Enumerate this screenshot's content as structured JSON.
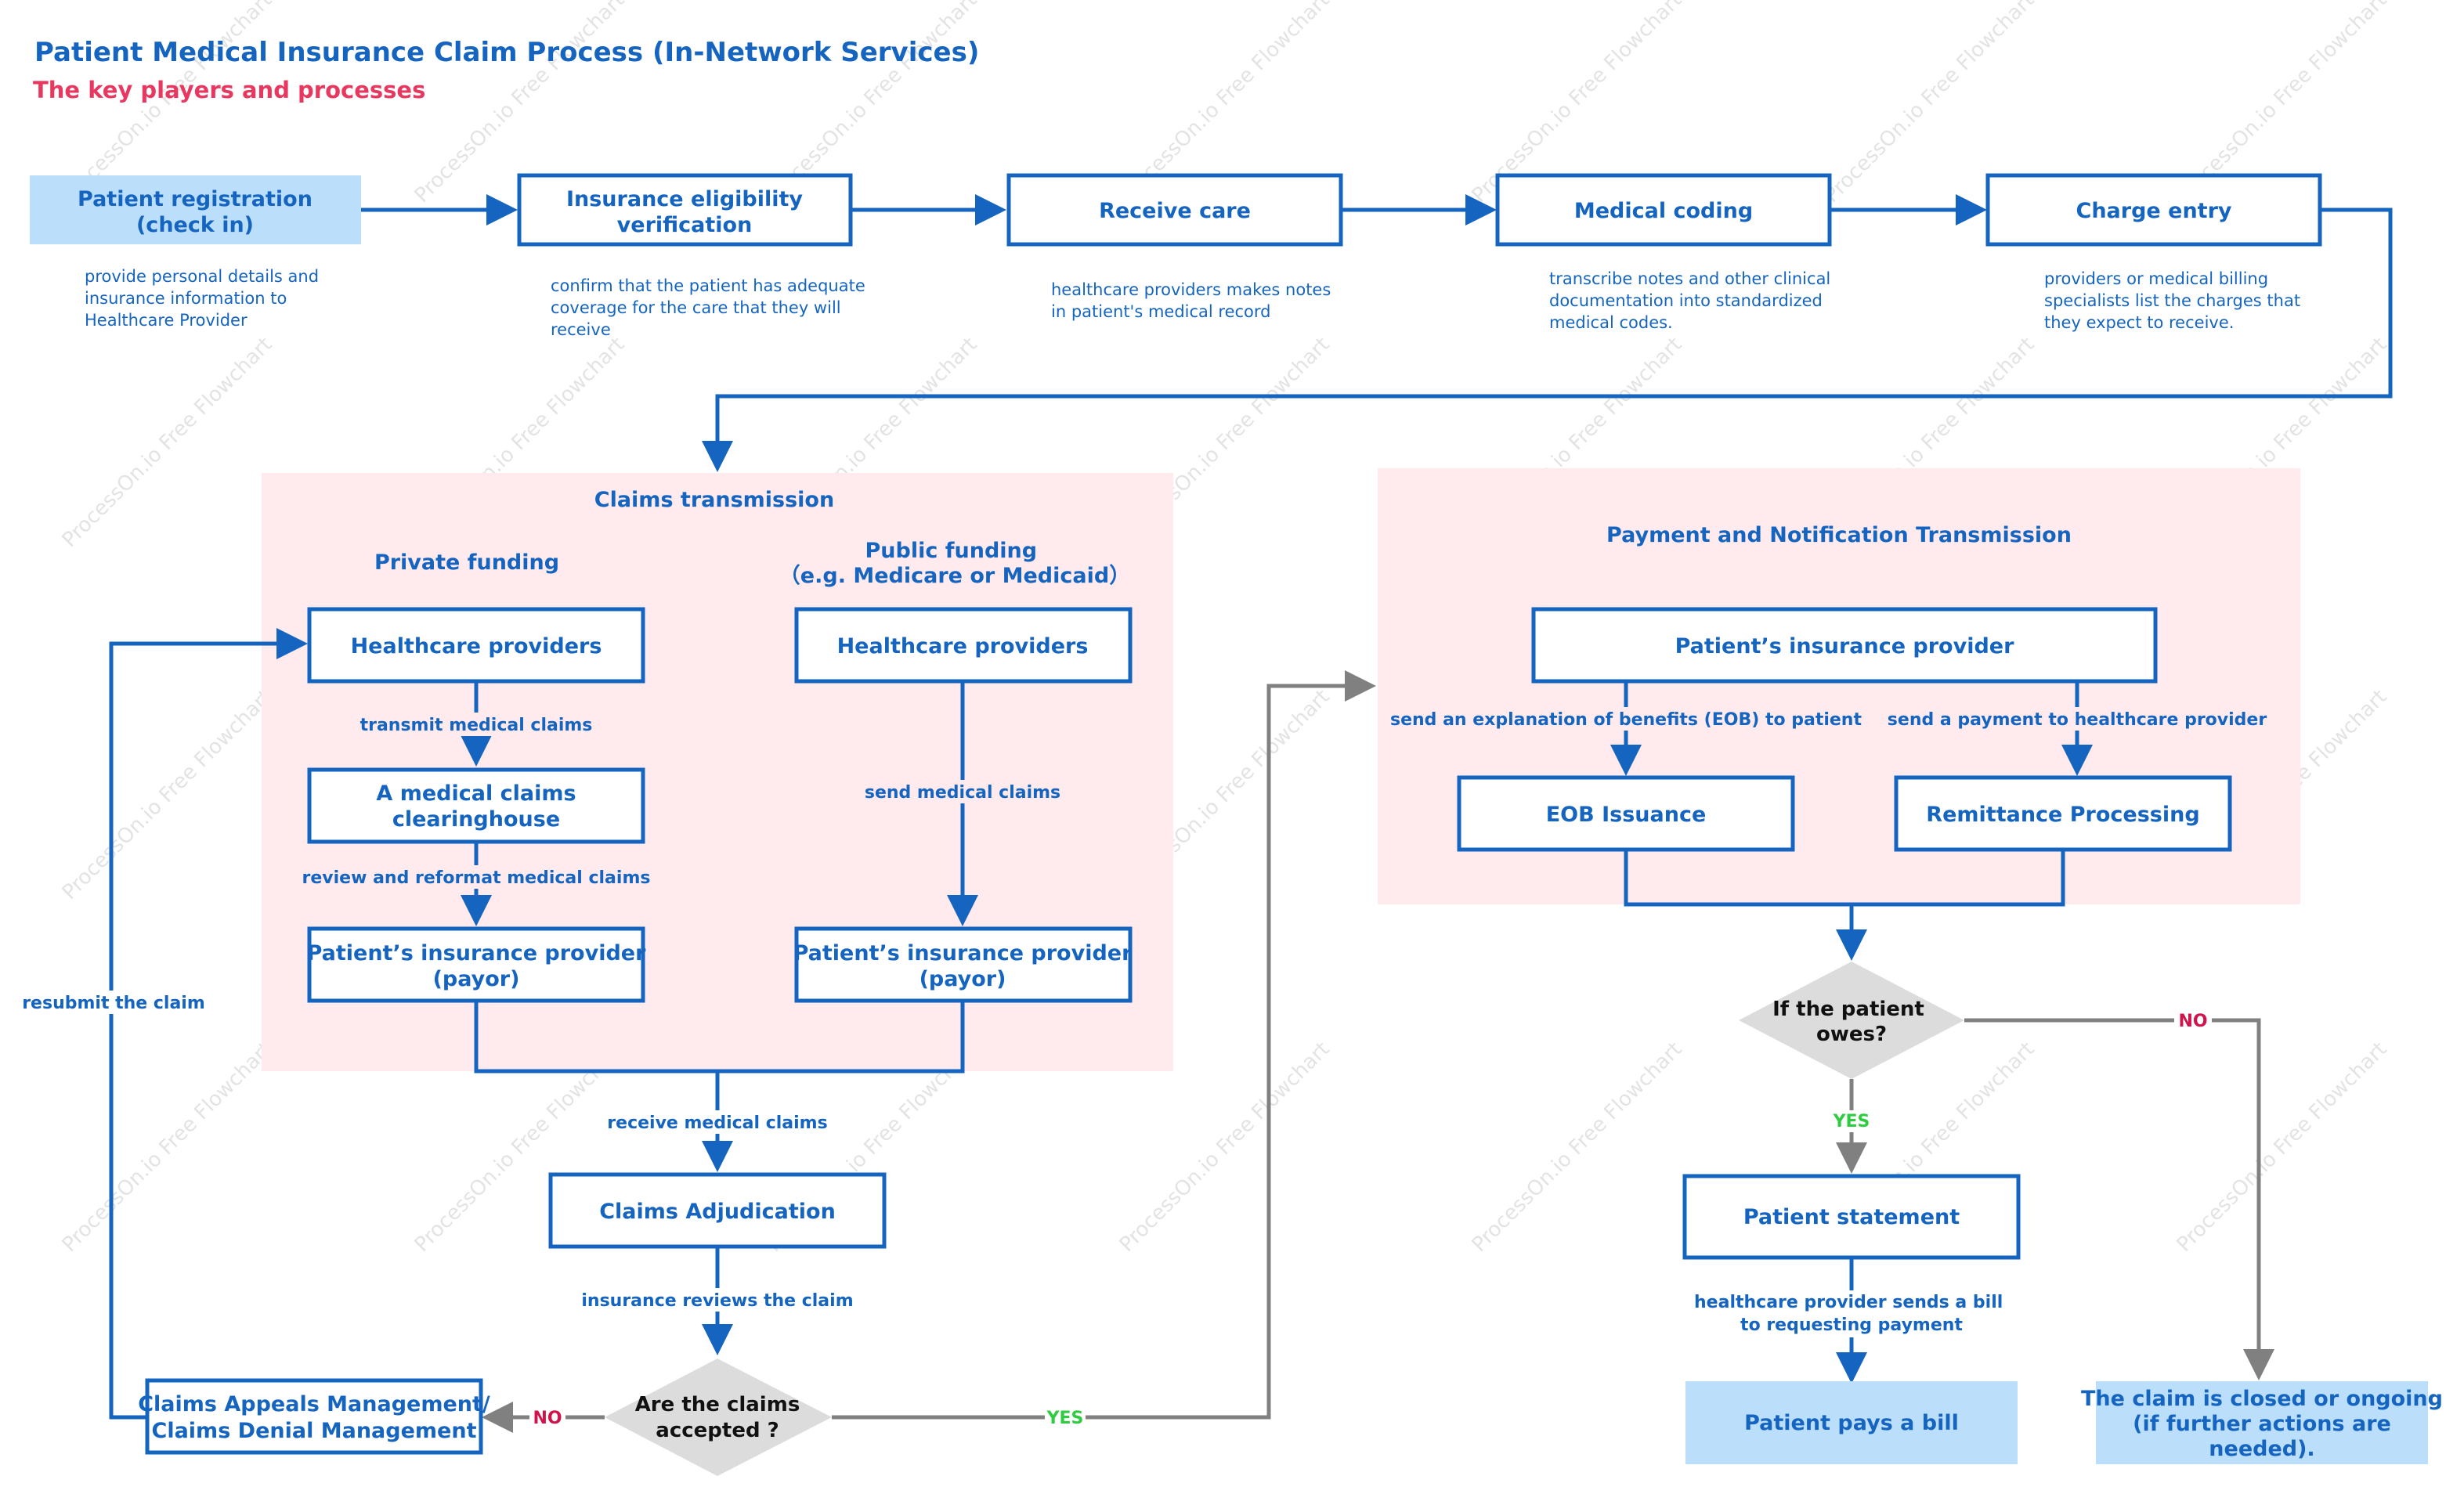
{
  "title": "Patient Medical Insurance Claim Process (In-Network Services)",
  "subtitle": "The key players and processes",
  "watermark": "ProcessOn.io Free Flowchart",
  "colors": {
    "primary": "#1565c0",
    "accent": "#e8385f",
    "region": "#ffebee",
    "filled": "#bbdefb",
    "no": "#d0134a",
    "yes": "#2ecc40",
    "gray_edge": "#808080"
  },
  "top_flow": [
    {
      "label": [
        "Patient registration",
        "(check in)"
      ],
      "desc": [
        "provide personal details and",
        "insurance information to",
        "Healthcare Provider"
      ]
    },
    {
      "label": [
        "Insurance eligibility",
        "verification"
      ],
      "desc": [
        "confirm that the patient has adequate",
        "coverage for the care that they will",
        "receive"
      ]
    },
    {
      "label": [
        "Receive care"
      ],
      "desc": [
        "healthcare providers makes notes",
        "in patient's medical record"
      ]
    },
    {
      "label": [
        "Medical coding"
      ],
      "desc": [
        "transcribe notes and other clinical",
        "documentation into standardized",
        "medical codes."
      ]
    },
    {
      "label": [
        "Charge entry"
      ],
      "desc": [
        "providers or medical billing",
        "specialists list the charges that",
        "they expect to receive."
      ]
    }
  ],
  "claims_transmission": {
    "title": "Claims transmission",
    "private": {
      "title": "Private funding",
      "nodes": [
        [
          "Healthcare providers"
        ],
        [
          "A medical claims",
          "clearinghouse"
        ],
        [
          "Patient’s insurance provider",
          "(payor)"
        ]
      ],
      "edges": [
        "transmit medical claims",
        "review and reformat medical claims"
      ]
    },
    "public": {
      "title": [
        "Public funding",
        "（e.g. Medicare or Medicaid）"
      ],
      "nodes": [
        [
          "Healthcare providers"
        ],
        [
          "Patient’s insurance provider",
          "(payor)"
        ]
      ],
      "edges": [
        "send medical claims"
      ]
    }
  },
  "adjudication": {
    "receive_label": "receive medical claims",
    "node": "Claims Adjudication",
    "review_label": "insurance reviews the claim",
    "decision": [
      "Are the claims",
      "accepted ?"
    ],
    "no": "NO",
    "yes": "YES",
    "appeals": [
      "Claims Appeals Management/",
      "Claims Denial Management"
    ],
    "resubmit_label": "resubmit the claim"
  },
  "payment": {
    "title": "Payment and Notification Transmission",
    "provider": "Patient’s insurance provider",
    "eob_label": "send an explanation of benefits (EOB) to patient",
    "payment_label": "send a payment to healthcare provider",
    "eob": "EOB Issuance",
    "remittance": "Remittance Processing",
    "decision": [
      "If the patient",
      "owes?"
    ],
    "yes": "YES",
    "no": "NO",
    "statement": "Patient statement",
    "bill_label": [
      "healthcare provider sends a bill",
      "to requesting payment"
    ],
    "pays": "Patient pays a bill",
    "closed": [
      "The claim is closed or ongoing",
      "(if further actions are",
      "needed)."
    ]
  }
}
